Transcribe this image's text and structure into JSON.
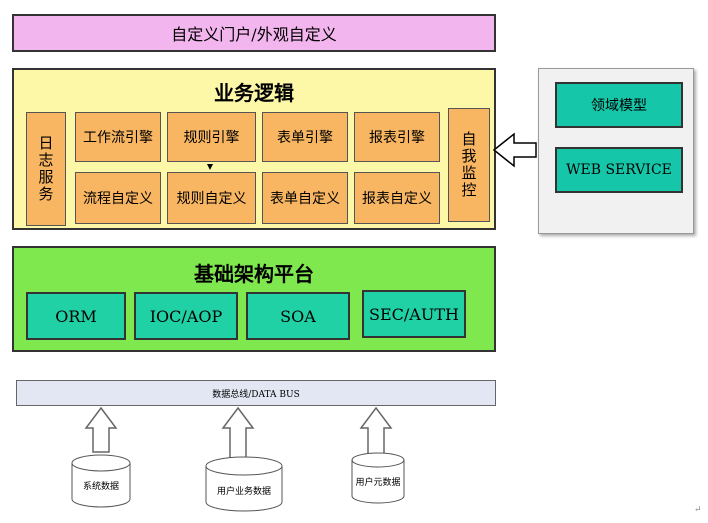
{
  "portal": {
    "label": "自定义门户/外观自定义"
  },
  "business_logic": {
    "title": "业务逻辑",
    "log_service": "日志服务",
    "self_monitor": "自我监控",
    "engines": [
      "工作流引擎",
      "规则引擎",
      "表单引擎",
      "报表引擎"
    ],
    "customs": [
      "流程自定义",
      "规则自定义",
      "表单自定义",
      "报表自定义"
    ]
  },
  "side_panel": {
    "domain_model": "领域模型",
    "web_service": "WEB SERVICE"
  },
  "infrastructure": {
    "title": "基础架构平台",
    "modules": [
      "ORM",
      "IOC/AOP",
      "SOA",
      "SEC/AUTH"
    ]
  },
  "data_bus": {
    "label": "数据总线/DATA BUS"
  },
  "databases": [
    "系统数据",
    "用户业务数据",
    "用户元数据"
  ]
}
